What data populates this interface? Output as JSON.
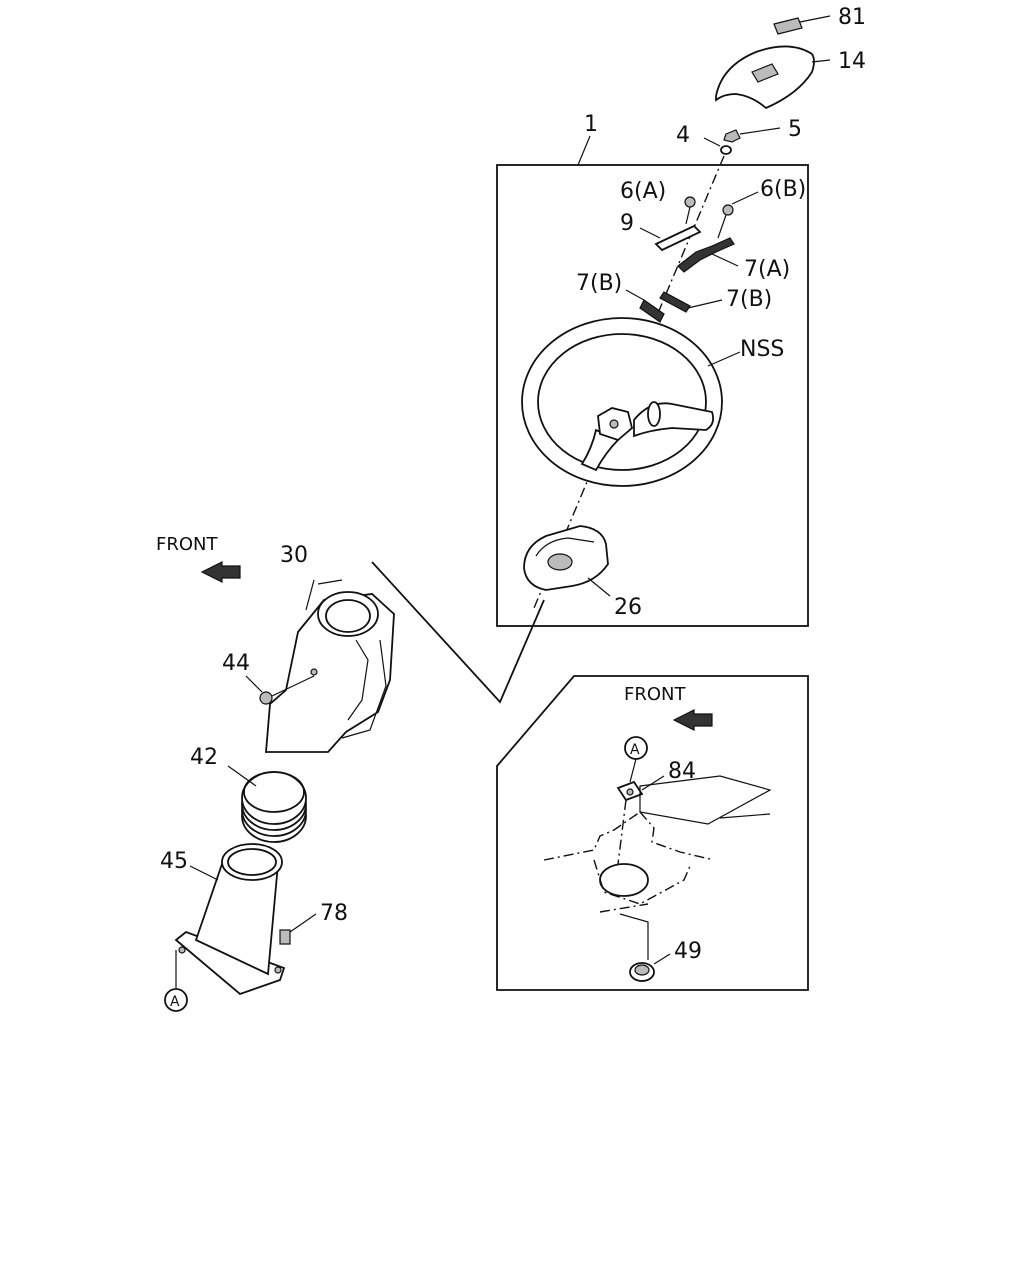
{
  "diagram": {
    "front_labels": [
      "FRONT",
      "FRONT"
    ],
    "callouts": {
      "c81": "81",
      "c14": "14",
      "c1": "1",
      "c4": "4",
      "c5": "5",
      "c6a": "6(A)",
      "c6b": "6(B)",
      "c9": "9",
      "c7a": "7(A)",
      "c7b_left": "7(B)",
      "c7b_right": "7(B)",
      "cnss": "NSS",
      "c26": "26",
      "c30": "30",
      "c44": "44",
      "c42": "42",
      "c45": "45",
      "c78": "78",
      "c84": "84",
      "c49": "49"
    },
    "reference_markers": [
      "A",
      "A"
    ]
  }
}
